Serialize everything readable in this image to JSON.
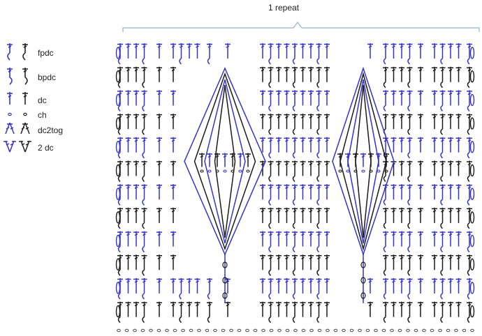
{
  "repeat": {
    "label": "1 repeat"
  },
  "legend": [
    {
      "label": "fpdc",
      "icon": "fpdc-symbol-icon"
    },
    {
      "label": "bpdc",
      "icon": "bpdc-symbol-icon"
    },
    {
      "label": "dc",
      "icon": "dc-symbol-icon"
    },
    {
      "label": "ch",
      "icon": "ch-symbol-icon"
    },
    {
      "label": "dc2tog",
      "icon": "dc2tog-symbol-icon"
    },
    {
      "label": "2 dc",
      "icon": "two-dc-symbol-icon"
    }
  ],
  "colors": {
    "odd_rows": "#3333cc",
    "even_rows": "#1a1a1a",
    "bracket": "#8fb6c8"
  }
}
